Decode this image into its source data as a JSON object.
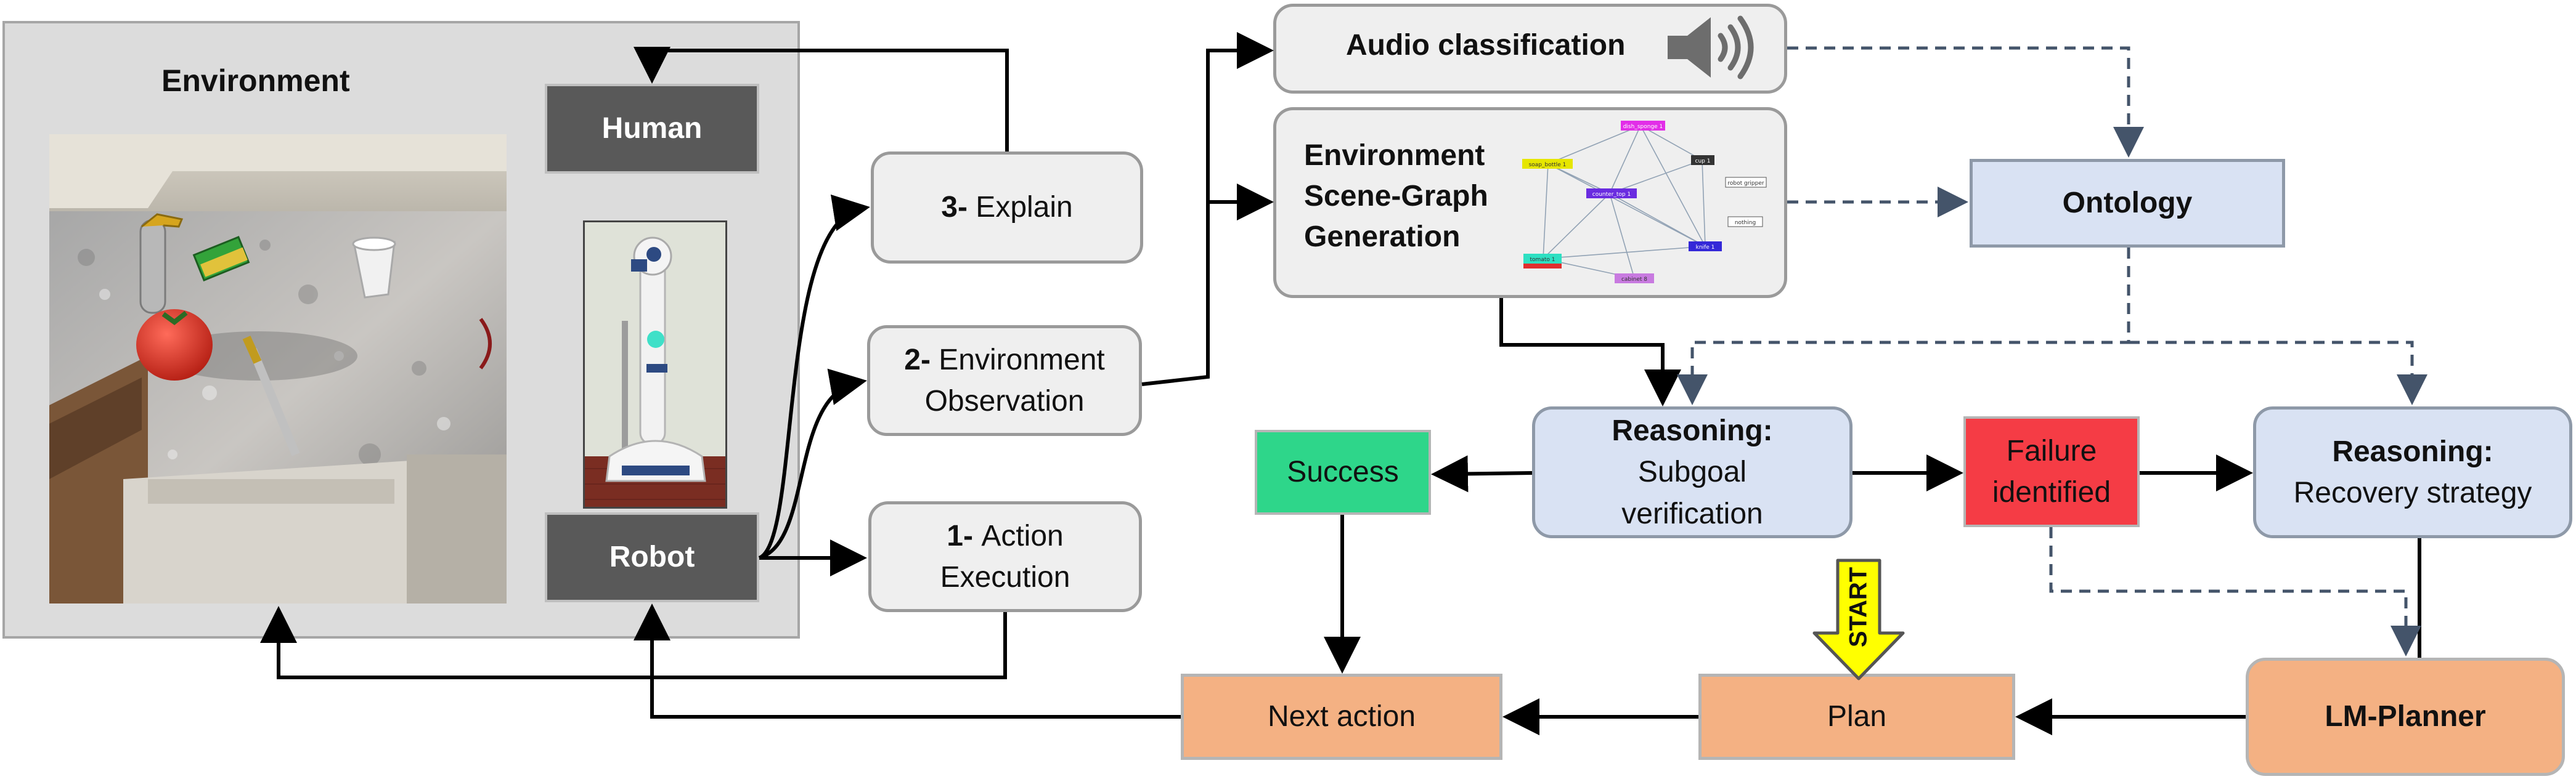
{
  "environment": {
    "title": "Environment",
    "human_label": "Human",
    "robot_label": "Robot"
  },
  "steps": {
    "explain": {
      "num": "3-",
      "text": "Explain"
    },
    "observation": {
      "num": "2-",
      "line1": "Environment",
      "line2": "Observation"
    },
    "action": {
      "num": "1-",
      "line1": "Action",
      "line2": "Execution"
    }
  },
  "audio": {
    "label": "Audio classification"
  },
  "scene_graph": {
    "line1": "Environment",
    "line2": "Scene-Graph",
    "line3": "Generation",
    "nodes": [
      "dish_sponge 1",
      "soap_bottle 1",
      "cup 1",
      "robot gripper",
      "counter_top 1",
      "nothing",
      "knife 1",
      "tomato 1",
      "cabinet 8"
    ]
  },
  "ontology": {
    "label": "Ontology"
  },
  "success": {
    "label": "Success"
  },
  "subgoal": {
    "title": "Reasoning:",
    "line1": "Subgoal",
    "line2": "verification"
  },
  "failure": {
    "line1": "Failure",
    "line2": "identified"
  },
  "recovery": {
    "title": "Reasoning:",
    "line1": "Recovery strategy"
  },
  "start": {
    "label": "START"
  },
  "next_action": {
    "label": "Next action"
  },
  "plan": {
    "label": "Plan"
  },
  "planner": {
    "label": "LM-Planner"
  },
  "colors": {
    "success": "#2ed68a",
    "failure": "#f53c45",
    "reasoning": "#d9e2f3",
    "plan": "#f4b183",
    "robot_panel": "#595959",
    "start_arrow": "#ffff00",
    "dashed": "#44546a"
  }
}
